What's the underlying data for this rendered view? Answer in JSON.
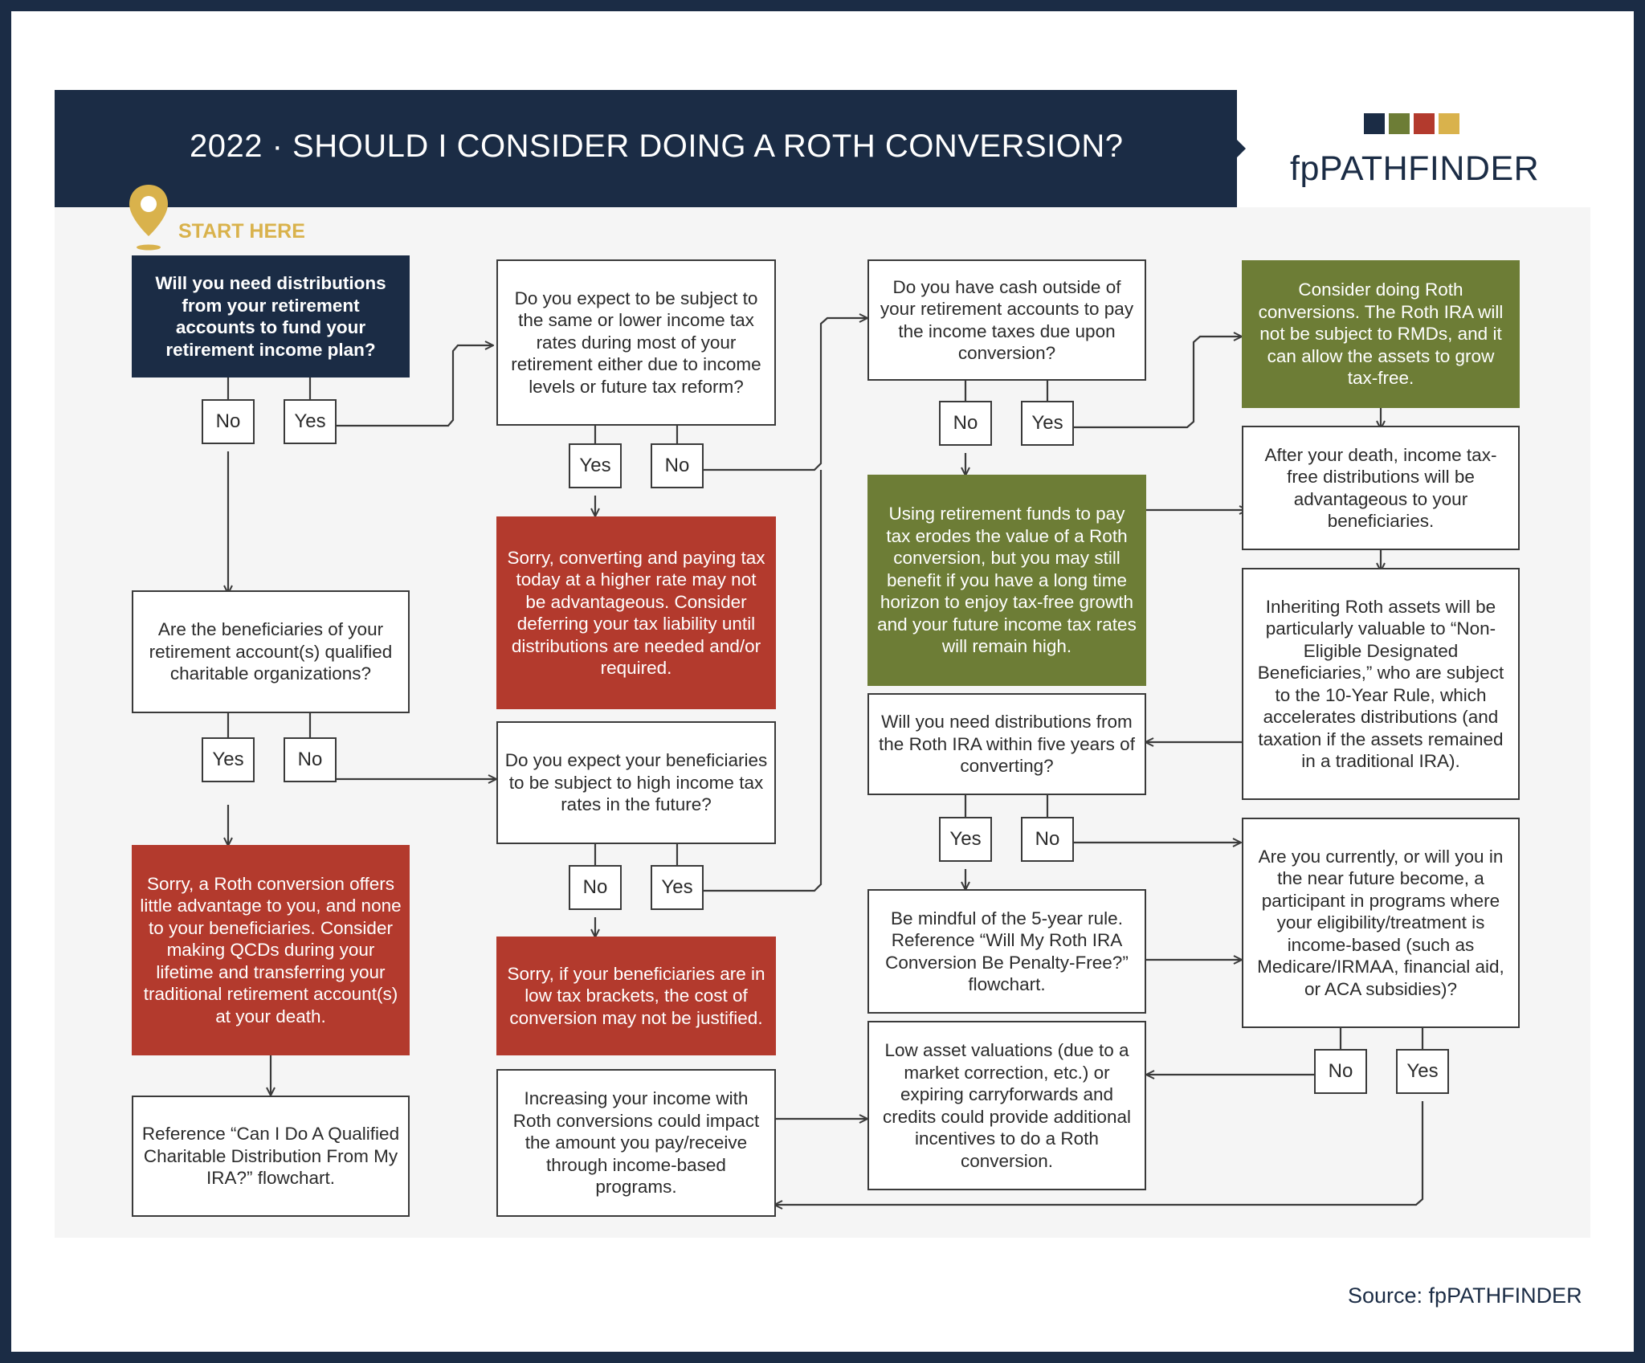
{
  "title": "2022 · SHOULD I CONSIDER DOING A ROTH CONVERSION?",
  "brand": {
    "name": "fpPATHFINDER",
    "square_colors": [
      "#1b2c45",
      "#6d7d36",
      "#b33a2d",
      "#d9b24c"
    ]
  },
  "start_label": "START HERE",
  "source": "Source: fpPATHFINDER",
  "colors": {
    "navy": "#1b2c45",
    "red": "#b33a2d",
    "green": "#6d7d36",
    "gold": "#d9b24c"
  },
  "nodes": {
    "q_need_distributions": "Will you need distributions from your retirement accounts to fund your retirement income plan?",
    "q_beneficiaries_charitable": "Are the beneficiaries of your retirement account(s) qualified charitable organizations?",
    "r_little_advantage": "Sorry, a Roth conversion offers little advantage to you, and none to your beneficiaries. Consider making QCDs during your lifetime and transferring your traditional retirement account(s) at your death.",
    "ref_qcd_flowchart": "Reference “Can I Do A Qualified Charitable Distribution From My IRA?” flowchart.",
    "q_same_or_lower_rates": "Do you expect to be subject to the same or lower income tax rates during most of your retirement either due to income levels or future tax reform?",
    "r_higher_rate": "Sorry, converting and paying tax today at a higher rate may not be advantageous. Consider deferring your tax liability until distributions are needed and/or required.",
    "q_beneficiaries_high_rates": "Do you expect your beneficiaries to be subject to high income tax rates in the future?",
    "r_low_brackets": "Sorry, if your beneficiaries are in low tax brackets, the cost of conversion may not be justified.",
    "n_income_programs": "Increasing your income with Roth conversions could impact the amount you pay/receive through income-based programs.",
    "q_cash_outside": "Do you have cash outside of your retirement accounts to pay the income taxes due upon conversion?",
    "n_retirement_funds_tax": "Using retirement funds to pay tax erodes the value of a Roth conversion, but you may still benefit if you have a long time horizon to enjoy tax-free growth and your future income tax rates will remain high.",
    "q_five_years": "Will you need distributions from the Roth IRA within five years of converting?",
    "n_five_year_rule": "Be mindful of the 5-year rule. Reference “Will My Roth IRA Conversion Be Penalty-Free?” flowchart.",
    "n_low_valuations": "Low asset valuations (due to a market correction, etc.) or expiring carryforwards and credits could provide additional incentives to do a Roth conversion.",
    "n_consider_roth": "Consider doing Roth conversions. The Roth IRA will not be subject to RMDs, and it can allow the assets to grow tax-free.",
    "n_after_death": "After your death, income tax-free distributions will be advantageous to your beneficiaries.",
    "n_inheriting_roth": "Inheriting Roth assets will be particularly valuable to “Non-Eligible Designated Beneficiaries,” who are subject to the 10-Year Rule, which accelerates distributions (and taxation if the assets remained in a traditional IRA).",
    "q_income_based_programs": "Are you currently, or will you in the near future become, a participant in programs where your eligibility/treatment is income-based (such as Medicare/IRMAA, financial aid, or ACA subsidies)?"
  },
  "answers": {
    "yes": "Yes",
    "no": "No"
  }
}
